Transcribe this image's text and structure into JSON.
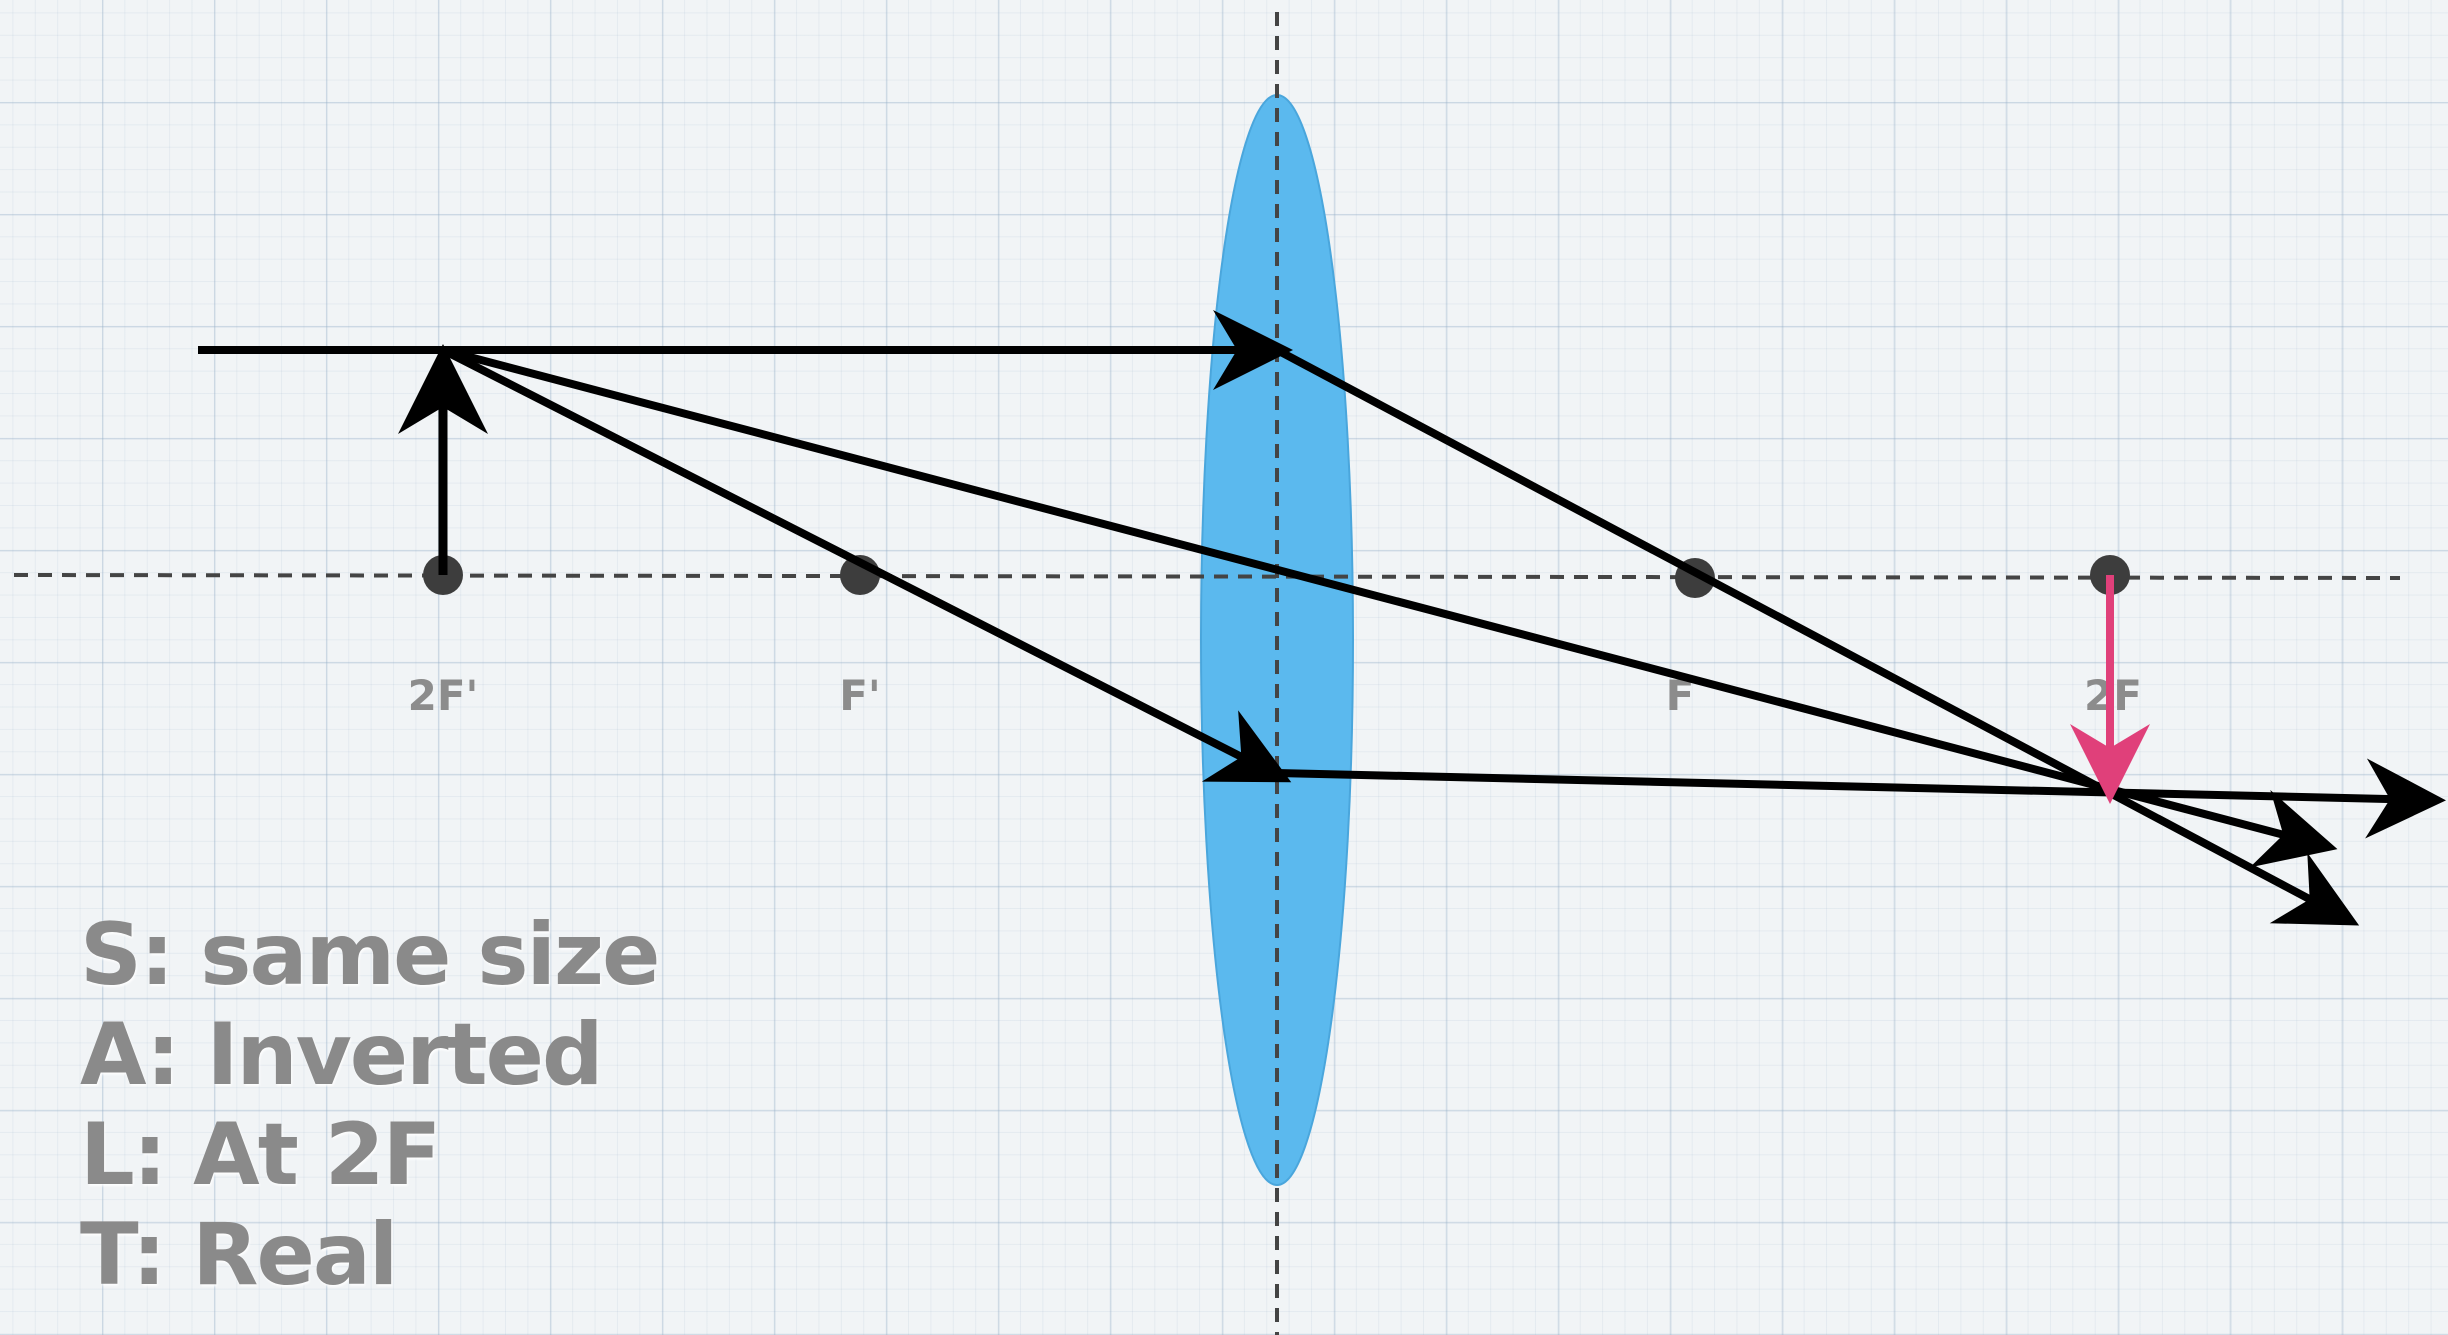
{
  "points": {
    "two_f_prime": "2F'",
    "f_prime": "F'",
    "f": "F",
    "two_f": "2F"
  },
  "salt": {
    "size": "S: same size",
    "attitude": "A: Inverted",
    "location": "L: At 2F",
    "type": "T: Real"
  },
  "colors": {
    "lens": "#5bb9ee",
    "rays": "#000000",
    "object_arrow": "#000000",
    "image_arrow": "#e0407a",
    "focal_points": "#3d3d3d",
    "labels": "#8a8a8a",
    "axis": "#444444"
  }
}
